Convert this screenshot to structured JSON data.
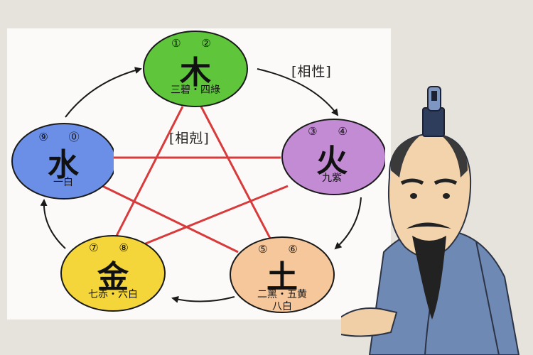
{
  "diagram": {
    "labels": {
      "generating": "[相性]",
      "overcoming": "[相剋]"
    },
    "elements": [
      {
        "key": "wood",
        "char": "木",
        "nums": "① ②",
        "stars": "三碧・四綠",
        "color": "#5fc63b"
      },
      {
        "key": "fire",
        "char": "火",
        "nums": "③ ④",
        "stars": "九紫",
        "color": "#c28bd4"
      },
      {
        "key": "earth",
        "char": "土",
        "nums": "⑤ ⑥",
        "stars": "二黑・五黄",
        "extra": "八白",
        "color": "#f6c79b"
      },
      {
        "key": "metal",
        "char": "金",
        "nums": "⑦ ⑧",
        "stars": "七赤・六白",
        "color": "#f4d63a"
      },
      {
        "key": "water",
        "char": "水",
        "nums": "⑨ ⓪",
        "stars": "一白",
        "color": "#6b8fe6"
      }
    ],
    "line_color": "#d83b3b",
    "arrow_color": "#1a1a1a"
  }
}
